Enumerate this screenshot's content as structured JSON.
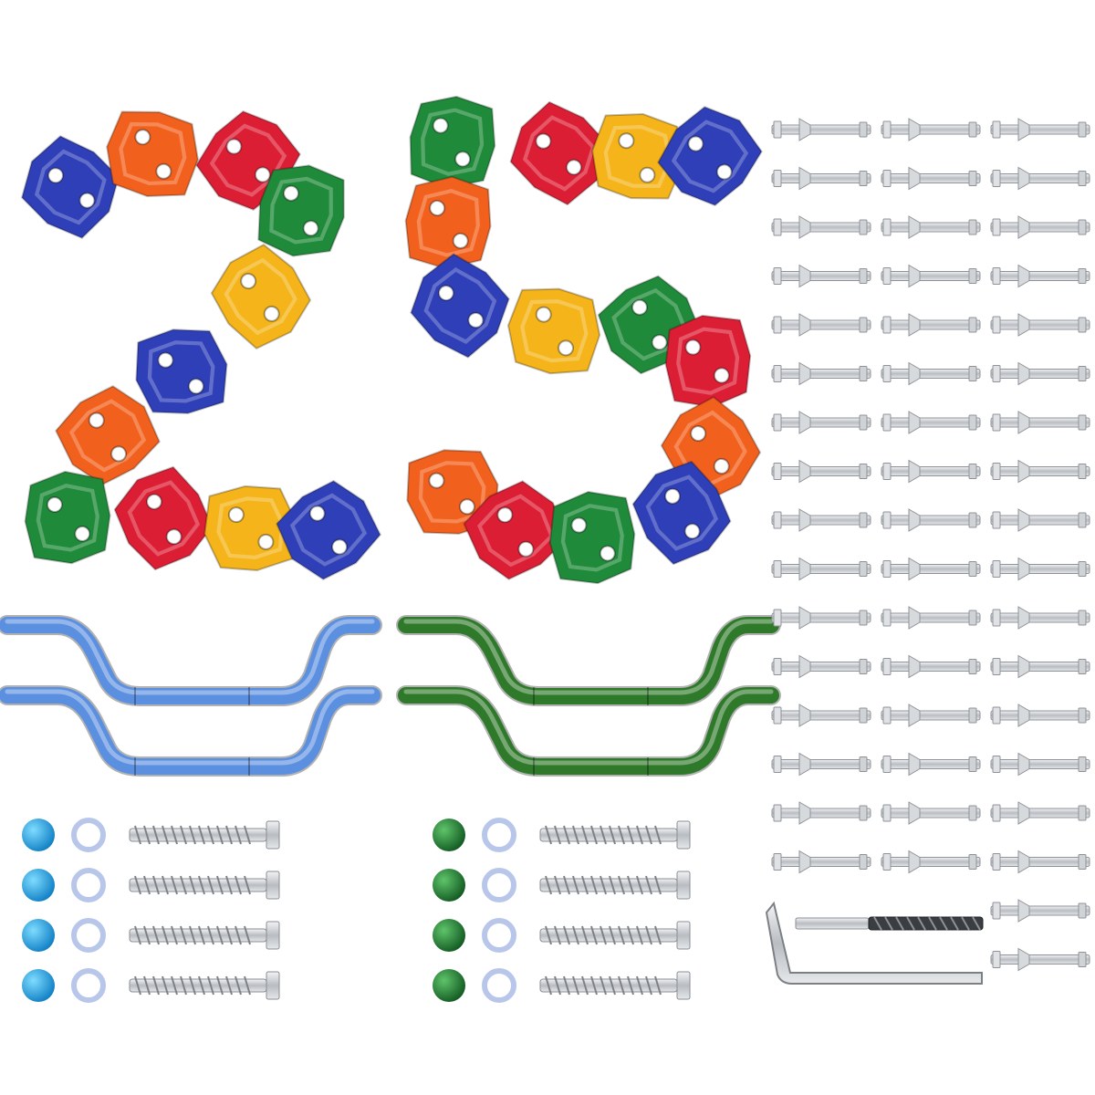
{
  "image": {
    "subject": "climbing-holds-kit",
    "background": "#ffffff"
  },
  "colors": {
    "blue": "#2e3fb8",
    "orange": "#f2601d",
    "red": "#dc1e35",
    "green": "#1f8a3a",
    "yellow": "#f4b41a",
    "handle_blue": "#5b8fe0",
    "handle_green": "#2f7a2a",
    "metal": "#c9ccd0",
    "cap_blue": "#1aa6e6",
    "cap_green": "#1b7a2e"
  },
  "holds_left": [
    "blue",
    "orange",
    "red",
    "green",
    "yellow",
    "blue",
    "orange",
    "green",
    "red",
    "yellow",
    "blue"
  ],
  "holds_right": [
    "green",
    "red",
    "yellow",
    "blue",
    "orange",
    "blue",
    "yellow",
    "green",
    "red",
    "orange",
    "orange",
    "red",
    "green",
    "blue"
  ],
  "handles": [
    {
      "color": "handle_blue",
      "count": 2
    },
    {
      "color": "handle_green",
      "count": 2
    }
  ],
  "caps": [
    {
      "color": "cap_blue",
      "count": 4
    },
    {
      "color": "cap_green",
      "count": 4
    }
  ],
  "bolt_rows": 18,
  "bolt_cols": 3
}
